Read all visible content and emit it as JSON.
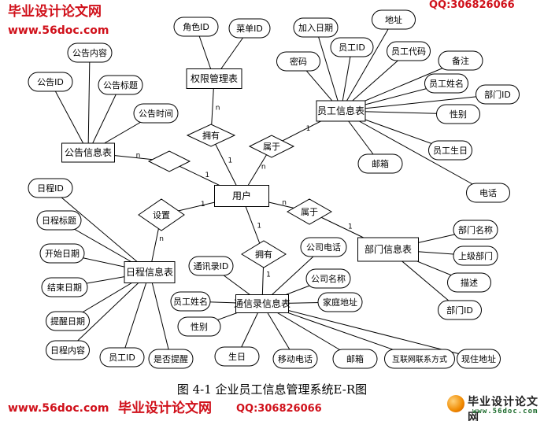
{
  "entities": [
    {
      "id": "qx",
      "label": "权限管理表"
    },
    {
      "id": "gg",
      "label": "公告信息表"
    },
    {
      "id": "yh",
      "label": "用户"
    },
    {
      "id": "yg",
      "label": "员工信息表"
    },
    {
      "id": "rc",
      "label": "日程信息表"
    },
    {
      "id": "tx",
      "label": "通信录信息表"
    },
    {
      "id": "bm",
      "label": "部门信息表"
    }
  ],
  "relationships": [
    {
      "id": "r1",
      "label": "拥有"
    },
    {
      "id": "r2",
      "label": ""
    },
    {
      "id": "r3",
      "label": "属于"
    },
    {
      "id": "r4",
      "label": "设置"
    },
    {
      "id": "r5",
      "label": "拥有"
    },
    {
      "id": "r6",
      "label": "属于"
    }
  ],
  "attributes": [
    {
      "id": "a1",
      "label": "角色ID",
      "of": "qx"
    },
    {
      "id": "a2",
      "label": "菜单ID",
      "of": "qx"
    },
    {
      "id": "a3",
      "label": "公告内容",
      "of": "gg"
    },
    {
      "id": "a4",
      "label": "公告ID",
      "of": "gg"
    },
    {
      "id": "a5",
      "label": "公告标题",
      "of": "gg"
    },
    {
      "id": "a6",
      "label": "公告时间",
      "of": "gg"
    },
    {
      "id": "a7",
      "label": "加入日期",
      "of": "yg"
    },
    {
      "id": "a8",
      "label": "地址",
      "of": "yg"
    },
    {
      "id": "a9",
      "label": "员工ID",
      "of": "yg"
    },
    {
      "id": "a10",
      "label": "员工代码",
      "of": "yg"
    },
    {
      "id": "a11",
      "label": "密码",
      "of": "yg"
    },
    {
      "id": "a12",
      "label": "备注",
      "of": "yg"
    },
    {
      "id": "a13",
      "label": "员工姓名",
      "of": "yg"
    },
    {
      "id": "a14",
      "label": "部门ID",
      "of": "yg"
    },
    {
      "id": "a15",
      "label": "性别",
      "of": "yg"
    },
    {
      "id": "a16",
      "label": "员工生日",
      "of": "yg"
    },
    {
      "id": "a17",
      "label": "邮箱",
      "of": "yg"
    },
    {
      "id": "a18",
      "label": "电话",
      "of": "yg"
    },
    {
      "id": "a19",
      "label": "日程ID",
      "of": "rc"
    },
    {
      "id": "a20",
      "label": "日程标题",
      "of": "rc"
    },
    {
      "id": "a21",
      "label": "开始日期",
      "of": "rc"
    },
    {
      "id": "a22",
      "label": "结束日期",
      "of": "rc"
    },
    {
      "id": "a23",
      "label": "提醒日期",
      "of": "rc"
    },
    {
      "id": "a24",
      "label": "日程内容",
      "of": "rc"
    },
    {
      "id": "a25",
      "label": "员工ID",
      "of": "rc"
    },
    {
      "id": "a26",
      "label": "是否提醒",
      "of": "rc"
    },
    {
      "id": "a27",
      "label": "通讯录ID",
      "of": "tx"
    },
    {
      "id": "a28",
      "label": "员工姓名",
      "of": "tx"
    },
    {
      "id": "a29",
      "label": "性别",
      "of": "tx"
    },
    {
      "id": "a30",
      "label": "生日",
      "of": "tx"
    },
    {
      "id": "a31",
      "label": "移动电话",
      "of": "tx"
    },
    {
      "id": "a32",
      "label": "邮箱",
      "of": "tx"
    },
    {
      "id": "a33",
      "label": "互联网联系方式",
      "of": "tx"
    },
    {
      "id": "a34",
      "label": "现住地址",
      "of": "tx"
    },
    {
      "id": "a35",
      "label": "公司电话",
      "of": "tx"
    },
    {
      "id": "a36",
      "label": "公司名称",
      "of": "tx"
    },
    {
      "id": "a37",
      "label": "家庭地址",
      "of": "tx"
    },
    {
      "id": "a38",
      "label": "部门名称",
      "of": "bm"
    },
    {
      "id": "a39",
      "label": "上级部门",
      "of": "bm"
    },
    {
      "id": "a40",
      "label": "描述",
      "of": "bm"
    },
    {
      "id": "a41",
      "label": "部门ID",
      "of": "bm"
    }
  ],
  "links": [
    {
      "from": "qx",
      "to": "r1",
      "card": "n"
    },
    {
      "from": "yh",
      "to": "r1",
      "card": "1"
    },
    {
      "from": "gg",
      "to": "r2",
      "card": "n"
    },
    {
      "from": "yh",
      "to": "r2",
      "card": "1"
    },
    {
      "from": "yg",
      "to": "r3",
      "card": "1"
    },
    {
      "from": "yh",
      "to": "r3",
      "card": "n"
    },
    {
      "from": "yh",
      "to": "r4",
      "card": "1"
    },
    {
      "from": "rc",
      "to": "r4",
      "card": "n"
    },
    {
      "from": "yh",
      "to": "r5",
      "card": "1"
    },
    {
      "from": "tx",
      "to": "r5",
      "card": "1"
    },
    {
      "from": "yh",
      "to": "r6",
      "card": "n"
    },
    {
      "from": "bm",
      "to": "r6",
      "card": "1"
    }
  ],
  "caption": "图 4-1 企业员工信息管理系统E-R图",
  "watermarks": [
    "毕业设计论文网",
    "www.56doc.com",
    "QQ:306826066"
  ],
  "logo": {
    "title": "毕业设计论文网",
    "url": "www.56doc.com"
  }
}
